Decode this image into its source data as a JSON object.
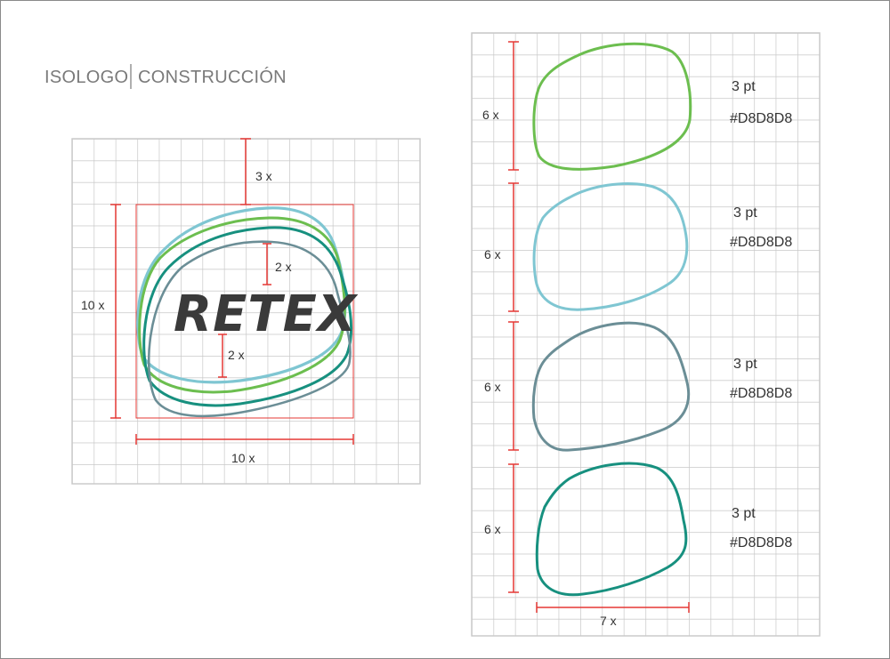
{
  "title": {
    "part1": "ISOLOGO",
    "part2": "CONSTRUCCIÓN"
  },
  "logo": {
    "wordmark": "RETEX",
    "dimensions": {
      "width": "10 x",
      "height": "10 x",
      "top_margin": "3 x",
      "inner_top": "2 x",
      "inner_bottom": "2 x"
    }
  },
  "colors": {
    "green": "#6CBE4F",
    "light_blue": "#7FC6D2",
    "slate": "#6B8E96",
    "teal": "#17907F",
    "guide": "#E53935",
    "grid": "#C8C8C8"
  },
  "shapes": [
    {
      "name": "green-shape",
      "height_label": "6 x",
      "stroke": "3 pt",
      "hex": "#D8D8D8"
    },
    {
      "name": "light-blue-shape",
      "height_label": "6 x",
      "stroke": "3 pt",
      "hex": "#D8D8D8"
    },
    {
      "name": "slate-shape",
      "height_label": "6 x",
      "stroke": "3 pt",
      "hex": "#D8D8D8"
    },
    {
      "name": "teal-shape",
      "height_label": "6 x",
      "stroke": "3 pt",
      "hex": "#D8D8D8"
    }
  ],
  "shapes_width_label": "7 x"
}
